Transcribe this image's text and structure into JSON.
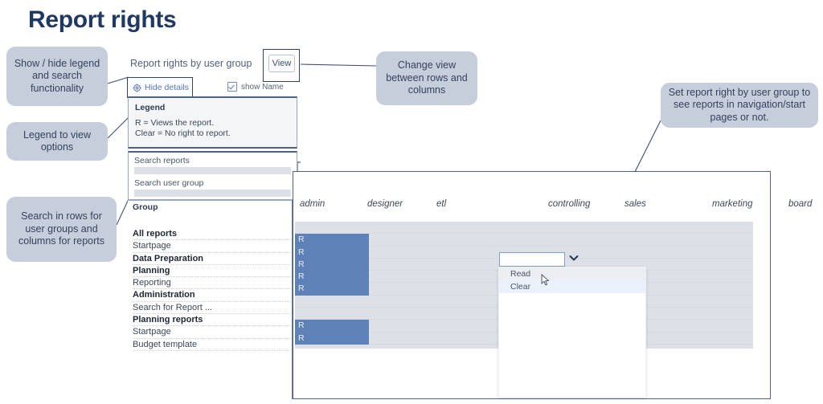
{
  "page": {
    "title": "Report rights"
  },
  "callouts": [
    {
      "id": "show-hide",
      "text": "Show / hide legend and search functionality"
    },
    {
      "id": "legend",
      "text": "Legend to view options"
    },
    {
      "id": "search",
      "text": "Search in rows for user groups and columns for reports"
    },
    {
      "id": "view",
      "text": "Change view between rows and columns"
    },
    {
      "id": "set-right",
      "text": "Set report right by user group to see reports in navigation/start pages or not."
    }
  ],
  "toolbar": {
    "subtitle": "Report rights by user group",
    "view_button": "View",
    "hide_details": "Hide details",
    "gear_icon": "gear-icon",
    "show_name_label": "show Name",
    "show_name_checked": true
  },
  "legend": {
    "title": "Legend",
    "lines": [
      "R = Views the report.",
      "Clear = No right to report."
    ]
  },
  "search": {
    "reports_label": "Search reports",
    "reports_value": "",
    "usergroup_label": "Search user group",
    "usergroup_value": ""
  },
  "matrix": {
    "row_header": "Group",
    "columns": [
      "admin",
      "designer",
      "etl",
      "controlling",
      "sales",
      "marketing",
      "board"
    ],
    "column_x": [
      8,
      92,
      178,
      317,
      412,
      521,
      616
    ],
    "rows": [
      {
        "label": "All reports",
        "bold": true,
        "admin": ""
      },
      {
        "label": "Startpage",
        "bold": false,
        "admin": "R"
      },
      {
        "label": "Data Preparation",
        "bold": true,
        "admin": "R"
      },
      {
        "label": "Planning",
        "bold": true,
        "admin": "R"
      },
      {
        "label": "Reporting",
        "bold": false,
        "admin": "R"
      },
      {
        "label": "Administration",
        "bold": true,
        "admin": "R"
      },
      {
        "label": "Search for Report ...",
        "bold": false,
        "admin": ""
      },
      {
        "label": "Planning reports",
        "bold": true,
        "admin": ""
      },
      {
        "label": "Startpage",
        "bold": false,
        "admin": "R"
      },
      {
        "label": "Budget template",
        "bold": false,
        "admin": "R"
      }
    ]
  },
  "dropdown": {
    "selected_value": "",
    "chevron_icon": "chevron-down-icon",
    "options": [
      "Read",
      "Clear"
    ],
    "cursor_icon": "mouse-cursor-icon"
  },
  "colors": {
    "title": "#1f3864",
    "callout_bg": "#c7cedb",
    "cell_blue": "#5e82b8",
    "grid_bg": "#dde1e7",
    "frame": "#4e6187",
    "accent_link": "#5b7bb5"
  }
}
